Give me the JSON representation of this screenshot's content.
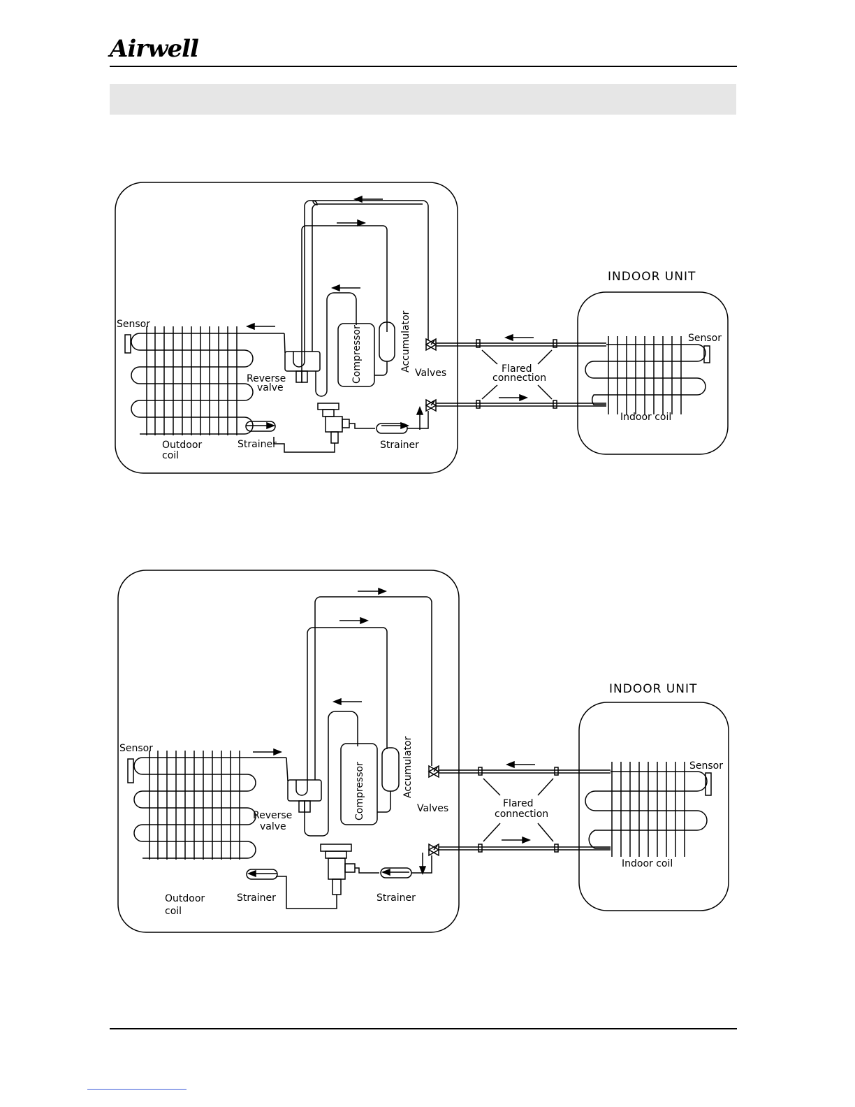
{
  "header": {
    "brand": "Airwell"
  },
  "colors": {
    "line": "#000000",
    "band": "#e6e6e6",
    "link": "#3b5bd9"
  },
  "diagrams": [
    {
      "labels": {
        "indoor_unit": "INDOOR UNIT",
        "sensor_outdoor": "Sensor",
        "sensor_indoor": "Sensor",
        "reverse": "Reverse",
        "valve": "valve",
        "compressor": "Compressor",
        "accumulator": "Accumulator",
        "valves": "Valves",
        "flared": "Flared",
        "connection": "connection",
        "indoor_coil": "Indoor coil",
        "outdoor": "Outdoor",
        "coil": "coil",
        "strainer_left": "Strainer",
        "strainer_right": "Strainer"
      }
    },
    {
      "labels": {
        "indoor_unit": "INDOOR UNIT",
        "sensor_outdoor": "Sensor",
        "sensor_indoor": "Sensor",
        "reverse": "Reverse",
        "valve": "valve",
        "compressor": "Compressor",
        "accumulator": "Accumulator",
        "valves": "Valves",
        "flared": "Flared",
        "connection": "connection",
        "indoor_coil": "Indoor coil",
        "outdoor": "Outdoor",
        "coil": "coil",
        "strainer_left": "Strainer",
        "strainer_right": "Strainer"
      }
    }
  ]
}
